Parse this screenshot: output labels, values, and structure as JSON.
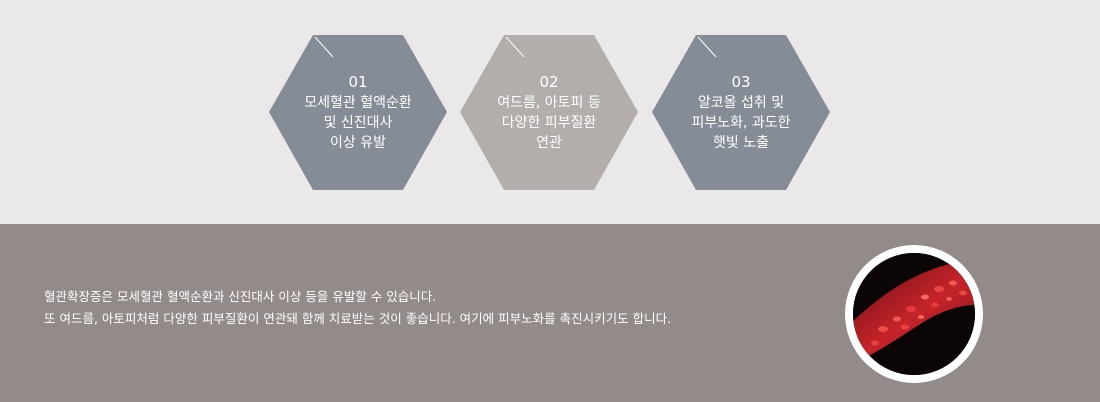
{
  "items": [
    {
      "num": "01",
      "lines": [
        "모세혈관 혈액순환",
        "및 신진대사",
        "이상 유발"
      ],
      "color": "#858c96"
    },
    {
      "num": "02",
      "lines": [
        "여드름, 아토피 등",
        "다양한 피부질환",
        "연관"
      ],
      "color": "#b3aeac"
    },
    {
      "num": "03",
      "lines": [
        "알코올 섭취 및",
        "피부노화, 과도한",
        "햇빛 노출"
      ],
      "color": "#858c96"
    }
  ],
  "description": {
    "line1": "혈관확장증은 모세혈관 혈액순환과 신진대사 이상 등을 유발할 수 있습니다.",
    "line2": "또 여드름, 아토피처럼 다양한 피부질환이 연관돼 함께 치료받는 것이 좋습니다. 여기에 피부노화를 촉진시키기도 합니다."
  },
  "image": {
    "icon": "blood-vessel-illustration"
  },
  "colors": {
    "top_bg": "#ebe8e9",
    "bottom_bg": "#938a8a",
    "text": "#ffffff"
  }
}
